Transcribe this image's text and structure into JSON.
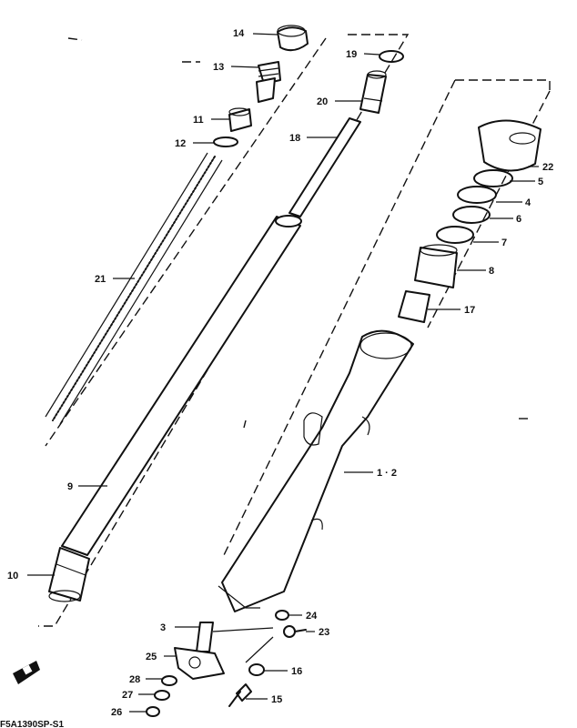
{
  "diagram": {
    "part_labels": [
      "14",
      "13",
      "11",
      "12",
      "21",
      "9",
      "10",
      "19",
      "20",
      "18",
      "22",
      "5",
      "4",
      "6",
      "7",
      "8",
      "17",
      "1 · 2",
      "24",
      "23",
      "3",
      "25",
      "16",
      "28",
      "27",
      "15",
      "26"
    ],
    "footer_code": "F5A1390SP-S1"
  }
}
